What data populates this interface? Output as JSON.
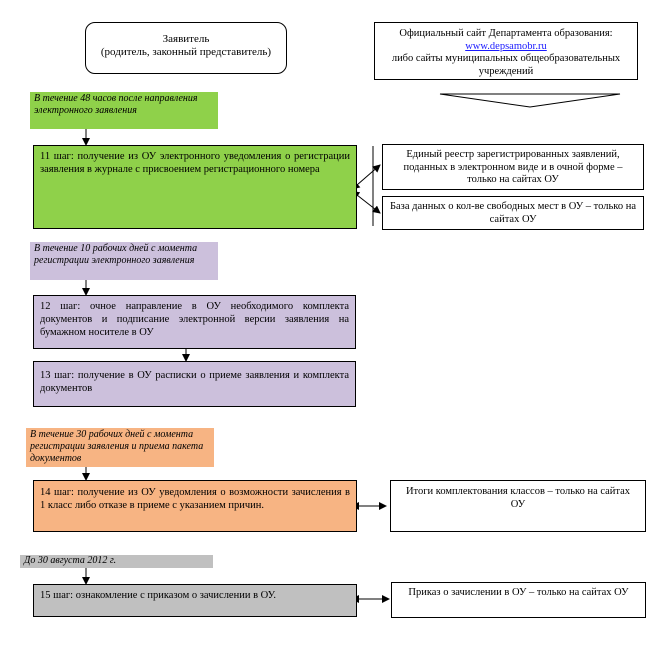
{
  "applicant": {
    "line1": "Заявитель",
    "line2": "(родитель, законный представитель)"
  },
  "official_site": {
    "line1": "Официальный сайт Департамента образования:",
    "link": "www.depsamobr.ru",
    "line3": "либо сайты муниципальных общеобразовательных учреждений"
  },
  "labels": {
    "hours48": "В течение 48 часов после направления электронного заявления",
    "days10": "В течение 10 рабочих дней с момента регистрации электронного заявления",
    "days30": "В течение 30 рабочих дней с момента регистрации заявления и приема пакета документов",
    "aug30": "До 30 августа 2012 г."
  },
  "steps": {
    "s11": "11 шаг: получение из ОУ электронного уведомления о регистрации заявления в журнале с присвоением регистрационного номера",
    "s12": "12 шаг: очное направление в ОУ необходимого комплекта документов и подписание электронной версии заявления на бумажном носителе в ОУ",
    "s13": "13 шаг: получение в ОУ расписки о приеме заявления и комплекта документов",
    "s14": "14 шаг: получение из ОУ уведомления о возможности зачисления в 1 класс либо отказе в приеме с указанием причин.",
    "s15": "15 шаг: ознакомление с приказом о зачислении в ОУ."
  },
  "side": {
    "registry": "Единый реестр зарегистрированных заявлений, поданных в электронном виде и в очной форме – только на сайтах ОУ",
    "database": "База данных о кол-ве свободных мест в ОУ – только на сайтах ОУ",
    "results": "Итоги комплектования классов – только на сайтах ОУ",
    "order": "Приказ о зачислении в ОУ – только на сайтах ОУ"
  },
  "colors": {
    "green": "#8fd14a",
    "lavender": "#ccc0dc",
    "orange": "#f7b483",
    "gray": "#c0c0c0"
  }
}
